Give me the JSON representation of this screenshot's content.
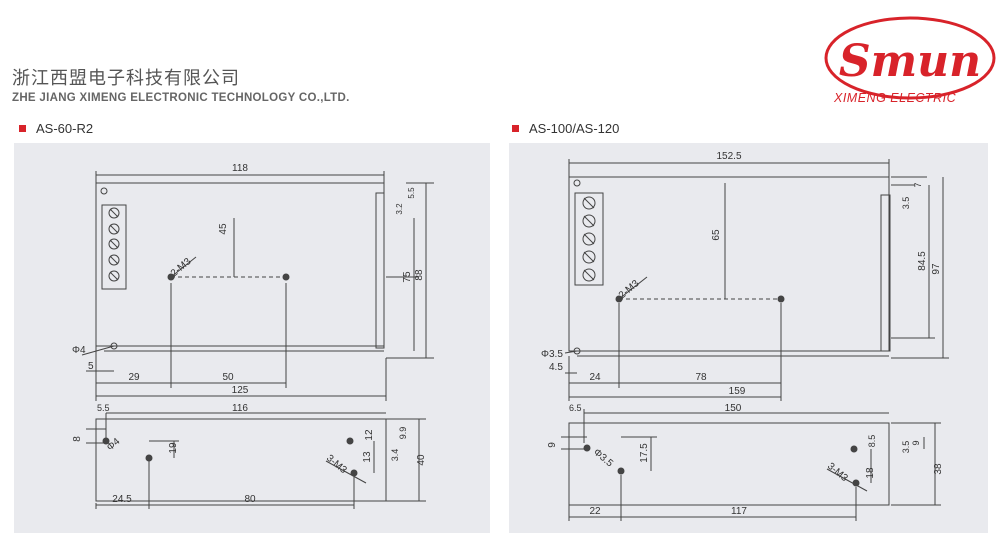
{
  "company": {
    "name_cn": "浙江西盟电子科技有限公司",
    "name_en": "ZHE JIANG XIMENG  ELECTRONIC TECHNOLOGY CO.,LTD."
  },
  "logo": {
    "brand": "Smun",
    "sub": "XIMENG ELECTRIC",
    "color": "#d8232a"
  },
  "left_model": {
    "label": "AS-60-R2",
    "top_view": {
      "width": "118",
      "d45": "45",
      "d75": "75",
      "d88": "88",
      "d5_5": "5.5",
      "d3_2": "3.2",
      "hole": "2-M3",
      "dia": "Φ4",
      "d5": "5",
      "d29": "29",
      "d50": "50",
      "d125": "125"
    },
    "side_view": {
      "d5_5": "5.5",
      "d116": "116",
      "d8": "8",
      "dia": "Φ4",
      "d19": "19",
      "d12": "12",
      "d9_9": "9.9",
      "hole": "3-M3",
      "d13": "13",
      "d3_4": "3.4",
      "d40": "40",
      "d24_5": "24.5",
      "d80": "80"
    }
  },
  "right_model": {
    "label": "AS-100/AS-120",
    "top_view": {
      "width": "152.5",
      "d65": "65",
      "d84_5": "84.5",
      "d97": "97",
      "d7": "7",
      "d3_5": "3.5",
      "hole": "2-M3",
      "dia": "Φ3.5",
      "d4_5": "4.5",
      "d24": "24",
      "d78": "78",
      "d159": "159"
    },
    "side_view": {
      "d6_5": "6.5",
      "d150": "150",
      "d9": "9",
      "dia": "Φ3.5",
      "d17_5": "17.5",
      "d8_5": "8.5",
      "hole": "3-M3",
      "d18": "18",
      "d3_5": "3.5",
      "d38": "38",
      "d22": "22",
      "d117": "117"
    }
  }
}
